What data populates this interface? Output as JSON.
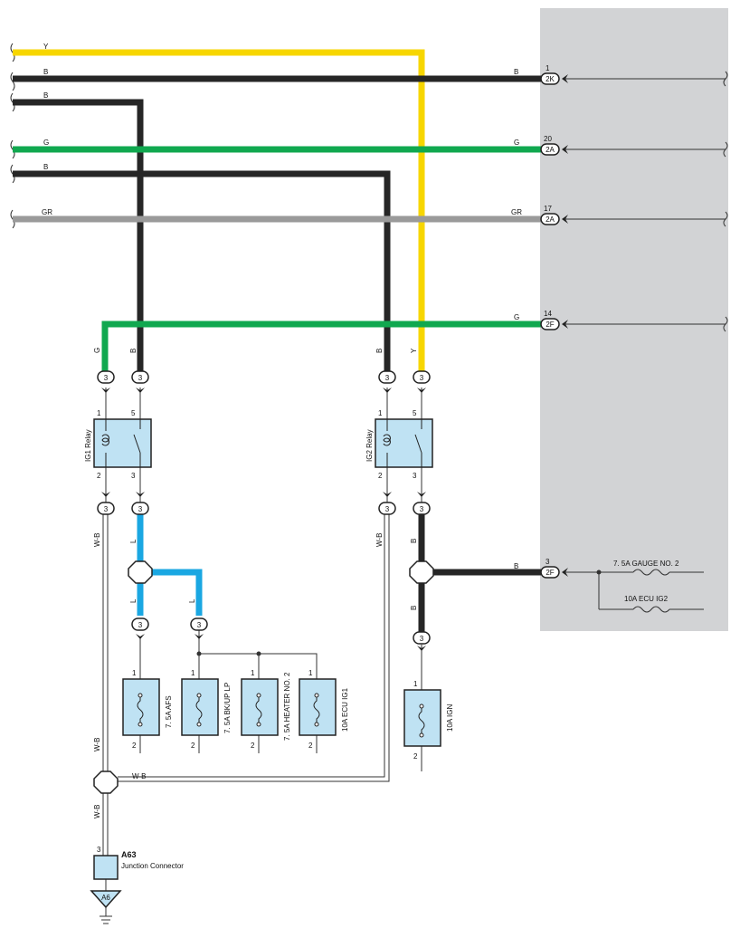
{
  "colors": {
    "yellow": "#f7d600",
    "black": "#262626",
    "green": "#10a84f",
    "gray": "#9a9a9a",
    "blue": "#1aa7e2",
    "component_fill": "#bfe2f3",
    "panel": "#d2d3d5"
  },
  "wires": {
    "y": "Y",
    "b": "B",
    "g": "G",
    "gr": "GR",
    "l": "L",
    "wb": "W-B"
  },
  "connectors": {
    "c2k": "2K",
    "c2a": "2A",
    "c2f": "2F",
    "pin3": "3"
  },
  "pins": {
    "p1": "1",
    "p2": "2",
    "p3": "3",
    "p5": "5",
    "p14": "14",
    "p17": "17",
    "p20": "20"
  },
  "relays": {
    "ig1": "IG1 Relay",
    "ig2": "IG2 Relay"
  },
  "fuses": {
    "afs": "7. 5A AFS",
    "bkup": "7. 5A BK/UP LP",
    "heater": "7. 5A HEATER NO. 2",
    "ecu_ig1": "10A ECU IG1",
    "ign": "10A IGN",
    "gauge": "7. 5A GAUGE NO. 2",
    "ecu_ig2": "10A ECU IG2"
  },
  "junction": {
    "id": "A63",
    "name": "Junction Connector",
    "ground": "A6"
  }
}
